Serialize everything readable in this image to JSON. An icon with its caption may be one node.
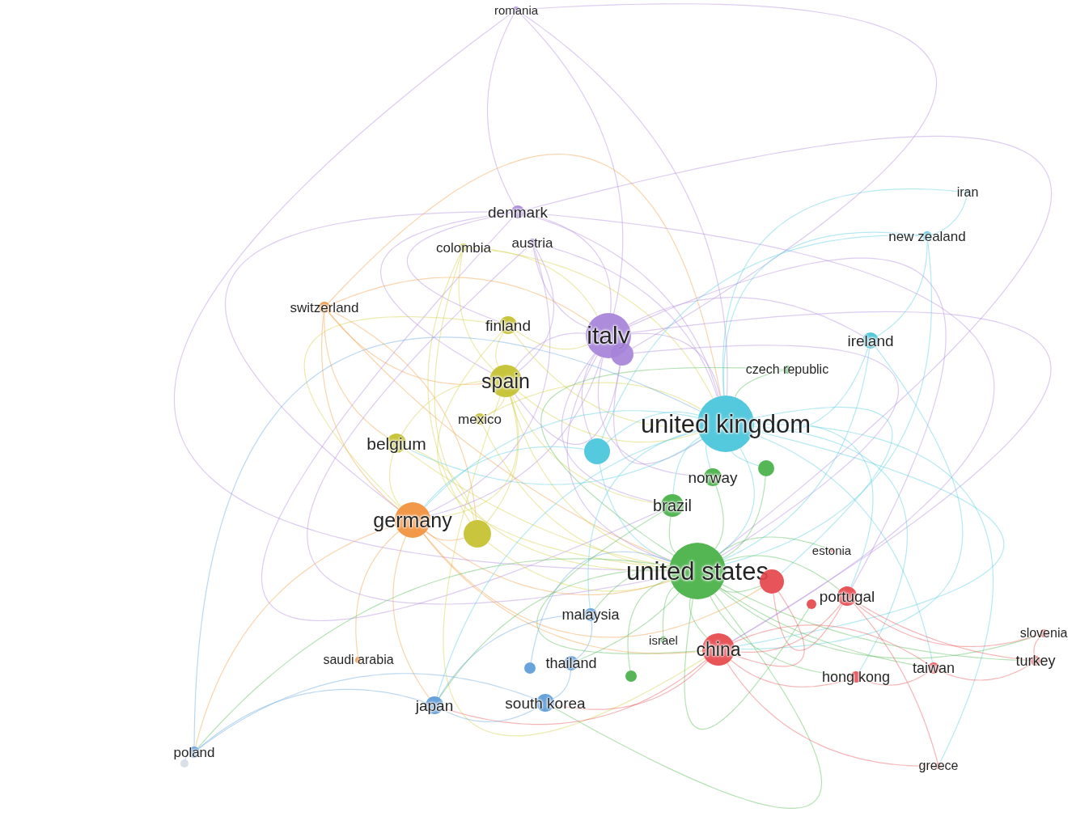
{
  "diagram": {
    "nodes": [
      {
        "text": [
          "romania"
        ]
      },
      {
        "text": [
          "denmark"
        ]
      },
      {
        "text": [
          "colombia"
        ]
      },
      {
        "text": [
          "austria"
        ]
      },
      {
        "text": [
          "switzerland"
        ]
      },
      {
        "text": [
          "finland"
        ]
      },
      {
        "text": [
          "italy"
        ]
      },
      {
        "text": [],
        "shape": "circle"
      },
      {
        "text": [
          "spain"
        ]
      },
      {
        "text": [
          "czech republic"
        ]
      },
      {
        "text": [
          "ireland"
        ]
      },
      {
        "text": [
          "new zealand"
        ]
      },
      {
        "text": [
          "iran"
        ]
      },
      {
        "text": [
          "mexico"
        ]
      },
      {
        "text": [
          "united kingdom"
        ]
      },
      {
        "text": [
          "belgium"
        ]
      },
      {
        "text": [],
        "shape": "circle"
      },
      {
        "text": [],
        "shape": "circle"
      },
      {
        "text": [
          "norway"
        ]
      },
      {
        "text": [
          "brazil"
        ]
      },
      {
        "text": [
          "germany"
        ]
      },
      {
        "text": [],
        "shape": "circle"
      },
      {
        "text": [
          "united states"
        ]
      },
      {
        "text": [],
        "shape": "circle"
      },
      {
        "text": [
          "estonia"
        ]
      },
      {
        "text": [
          "portugal"
        ]
      },
      {
        "text": [],
        "shape": "circle"
      },
      {
        "text": [
          "malaysia"
        ]
      },
      {
        "text": [
          "israel"
        ]
      },
      {
        "text": [
          "china"
        ]
      },
      {
        "text": [
          "saudi arabia"
        ]
      },
      {
        "text": [],
        "shape": "circle"
      },
      {
        "text": [
          "thailand"
        ]
      },
      {
        "text": [],
        "shape": "circle"
      },
      {
        "text": [
          "hong kong"
        ]
      },
      {
        "text": [
          "taiwan"
        ]
      },
      {
        "text": [
          "slovenia"
        ]
      },
      {
        "text": [
          "turkey"
        ]
      },
      {
        "text": [
          "japan"
        ]
      },
      {
        "text": [
          "south korea"
        ]
      },
      {
        "text": [
          "poland"
        ]
      },
      {
        "text": [],
        "shape": "circle"
      },
      {
        "text": [
          "greece"
        ]
      }
    ],
    "edges": [
      {
        "from": 0,
        "to": 1,
        "arrow": "none",
        "color": "#b48ce0"
      },
      {
        "from": 0,
        "to": 6,
        "arrow": "none",
        "color": "#b48ce0"
      },
      {
        "from": 0,
        "to": 7,
        "arrow": "none",
        "color": "#b48ce0"
      },
      {
        "from": 0,
        "to": 14,
        "arrow": "none",
        "color": "#b48ce0"
      },
      {
        "from": 0,
        "to": 22,
        "arrow": "none",
        "color": "#b48ce0"
      },
      {
        "from": 1,
        "to": 6,
        "arrow": "none",
        "color": "#b48ce0"
      },
      {
        "from": 1,
        "to": 14,
        "arrow": "none",
        "color": "#b48ce0"
      },
      {
        "from": 1,
        "to": 22,
        "arrow": "none",
        "color": "#b48ce0"
      },
      {
        "from": 1,
        "to": 8,
        "arrow": "none",
        "color": "#b48ce0"
      },
      {
        "from": 1,
        "to": 5,
        "arrow": "none",
        "color": "#b48ce0"
      },
      {
        "from": 1,
        "to": 20,
        "arrow": "none",
        "color": "#b48ce0"
      },
      {
        "from": 1,
        "to": 19,
        "arrow": "none",
        "color": "#b48ce0"
      },
      {
        "from": 1,
        "to": 29,
        "arrow": "none",
        "color": "#b48ce0"
      },
      {
        "from": 2,
        "to": 8,
        "arrow": "none",
        "color": "#d4d04a"
      },
      {
        "from": 2,
        "to": 22,
        "arrow": "none",
        "color": "#d4d04a"
      },
      {
        "from": 2,
        "to": 14,
        "arrow": "none",
        "color": "#d4d04a"
      },
      {
        "from": 2,
        "to": 6,
        "arrow": "none",
        "color": "#d4d04a"
      },
      {
        "from": 2,
        "to": 21,
        "arrow": "none",
        "color": "#d4d04a"
      },
      {
        "from": 3,
        "to": 6,
        "arrow": "none",
        "color": "#b48ce0"
      },
      {
        "from": 3,
        "to": 14,
        "arrow": "none",
        "color": "#b48ce0"
      },
      {
        "from": 3,
        "to": 22,
        "arrow": "none",
        "color": "#b48ce0"
      },
      {
        "from": 3,
        "to": 20,
        "arrow": "none",
        "color": "#b48ce0"
      },
      {
        "from": 3,
        "to": 8,
        "arrow": "none",
        "color": "#b48ce0"
      },
      {
        "from": 4,
        "to": 20,
        "arrow": "none",
        "color": "#f4a04a"
      },
      {
        "from": 4,
        "to": 14,
        "arrow": "none",
        "color": "#f4a04a"
      },
      {
        "from": 4,
        "to": 22,
        "arrow": "none",
        "color": "#f4a04a"
      },
      {
        "from": 4,
        "to": 6,
        "arrow": "none",
        "color": "#f4a04a"
      },
      {
        "from": 4,
        "to": 8,
        "arrow": "none",
        "color": "#f4a04a"
      },
      {
        "from": 4,
        "to": 15,
        "arrow": "none",
        "color": "#f4a04a"
      },
      {
        "from": 4,
        "to": 21,
        "arrow": "none",
        "color": "#f4a04a"
      },
      {
        "from": 5,
        "to": 14,
        "arrow": "none",
        "color": "#d4d04a"
      },
      {
        "from": 5,
        "to": 22,
        "arrow": "none",
        "color": "#d4d04a"
      },
      {
        "from": 5,
        "to": 6,
        "arrow": "none",
        "color": "#d4d04a"
      },
      {
        "from": 5,
        "to": 8,
        "arrow": "none",
        "color": "#d4d04a"
      },
      {
        "from": 5,
        "to": 20,
        "arrow": "none",
        "color": "#d4d04a"
      },
      {
        "from": 6,
        "to": 14,
        "arrow": "none",
        "color": "#b48ce0"
      },
      {
        "from": 6,
        "to": 22,
        "arrow": "none",
        "color": "#b48ce0"
      },
      {
        "from": 6,
        "to": 8,
        "arrow": "none",
        "color": "#b48ce0"
      },
      {
        "from": 6,
        "to": 20,
        "arrow": "none",
        "color": "#b48ce0"
      },
      {
        "from": 6,
        "to": 19,
        "arrow": "none",
        "color": "#b48ce0"
      },
      {
        "from": 6,
        "to": 29,
        "arrow": "none",
        "color": "#b48ce0"
      },
      {
        "from": 6,
        "to": 16,
        "arrow": "none",
        "color": "#b48ce0"
      },
      {
        "from": 6,
        "to": 10,
        "arrow": "none",
        "color": "#b48ce0"
      },
      {
        "from": 6,
        "to": 18,
        "arrow": "none",
        "color": "#b48ce0"
      },
      {
        "from": 6,
        "to": 25,
        "arrow": "none",
        "color": "#b48ce0"
      },
      {
        "from": 7,
        "to": 14,
        "arrow": "none",
        "color": "#b48ce0"
      },
      {
        "from": 7,
        "to": 22,
        "arrow": "none",
        "color": "#b48ce0"
      },
      {
        "from": 7,
        "to": 8,
        "arrow": "none",
        "color": "#b48ce0"
      },
      {
        "from": 8,
        "to": 14,
        "arrow": "none",
        "color": "#d4d04a"
      },
      {
        "from": 8,
        "to": 22,
        "arrow": "none",
        "color": "#d4d04a"
      },
      {
        "from": 8,
        "to": 20,
        "arrow": "none",
        "color": "#d4d04a"
      },
      {
        "from": 8,
        "to": 15,
        "arrow": "none",
        "color": "#d4d04a"
      },
      {
        "from": 8,
        "to": 21,
        "arrow": "none",
        "color": "#d4d04a"
      },
      {
        "from": 8,
        "to": 29,
        "arrow": "none",
        "color": "#d4d04a"
      },
      {
        "from": 8,
        "to": 19,
        "arrow": "none",
        "color": "#d4d04a"
      },
      {
        "from": 9,
        "to": 14,
        "arrow": "none",
        "color": "#5cbf5c"
      },
      {
        "from": 9,
        "to": 22,
        "arrow": "none",
        "color": "#5cbf5c"
      },
      {
        "from": 10,
        "to": 14,
        "arrow": "none",
        "color": "#5ccfe2"
      },
      {
        "from": 10,
        "to": 22,
        "arrow": "none",
        "color": "#5ccfe2"
      },
      {
        "from": 10,
        "to": 11,
        "arrow": "none",
        "color": "#5ccfe2"
      },
      {
        "from": 10,
        "to": 29,
        "arrow": "none",
        "color": "#5ccfe2"
      },
      {
        "from": 11,
        "to": 14,
        "arrow": "none",
        "color": "#5ccfe2"
      },
      {
        "from": 11,
        "to": 22,
        "arrow": "none",
        "color": "#5ccfe2"
      },
      {
        "from": 11,
        "to": 12,
        "arrow": "none",
        "color": "#5ccfe2"
      },
      {
        "from": 11,
        "to": 16,
        "arrow": "none",
        "color": "#5ccfe2"
      },
      {
        "from": 12,
        "to": 14,
        "arrow": "none",
        "color": "#5ccfe2"
      },
      {
        "from": 13,
        "to": 22,
        "arrow": "none",
        "color": "#d4d04a"
      },
      {
        "from": 13,
        "to": 8,
        "arrow": "none",
        "color": "#d4d04a"
      },
      {
        "from": 13,
        "to": 14,
        "arrow": "none",
        "color": "#d4d04a"
      },
      {
        "from": 14,
        "to": 22,
        "arrow": "none",
        "color": "#5ccfe2"
      },
      {
        "from": 14,
        "to": 20,
        "arrow": "none",
        "color": "#5ccfe2"
      },
      {
        "from": 14,
        "to": 16,
        "arrow": "none",
        "color": "#5ccfe2"
      },
      {
        "from": 14,
        "to": 19,
        "arrow": "none",
        "color": "#5ccfe2"
      },
      {
        "from": 14,
        "to": 18,
        "arrow": "none",
        "color": "#5ccfe2"
      },
      {
        "from": 14,
        "to": 29,
        "arrow": "none",
        "color": "#5ccfe2"
      },
      {
        "from": 14,
        "to": 25,
        "arrow": "none",
        "color": "#5ccfe2"
      },
      {
        "from": 14,
        "to": 15,
        "arrow": "none",
        "color": "#5ccfe2"
      },
      {
        "from": 14,
        "to": 23,
        "arrow": "none",
        "color": "#5ccfe2"
      },
      {
        "from": 14,
        "to": 17,
        "arrow": "none",
        "color": "#5ccfe2"
      },
      {
        "from": 14,
        "to": 38,
        "arrow": "none",
        "color": "#5ccfe2"
      },
      {
        "from": 14,
        "to": 27,
        "arrow": "none",
        "color": "#5ccfe2"
      },
      {
        "from": 14,
        "to": 34,
        "arrow": "none",
        "color": "#5ccfe2"
      },
      {
        "from": 14,
        "to": 35,
        "arrow": "none",
        "color": "#5ccfe2"
      },
      {
        "from": 14,
        "to": 42,
        "arrow": "none",
        "color": "#5ccfe2"
      },
      {
        "from": 15,
        "to": 20,
        "arrow": "none",
        "color": "#d4d04a"
      },
      {
        "from": 15,
        "to": 22,
        "arrow": "none",
        "color": "#d4d04a"
      },
      {
        "from": 15,
        "to": 21,
        "arrow": "none",
        "color": "#d4d04a"
      },
      {
        "from": 16,
        "to": 22,
        "arrow": "none",
        "color": "#5ccfe2"
      },
      {
        "from": 16,
        "to": 20,
        "arrow": "none",
        "color": "#5ccfe2"
      },
      {
        "from": 17,
        "to": 22,
        "arrow": "none",
        "color": "#5cbf5c"
      },
      {
        "from": 18,
        "to": 22,
        "arrow": "none",
        "color": "#5cbf5c"
      },
      {
        "from": 19,
        "to": 22,
        "arrow": "none",
        "color": "#5cbf5c"
      },
      {
        "from": 19,
        "to": 29,
        "arrow": "none",
        "color": "#5cbf5c"
      },
      {
        "from": 20,
        "to": 22,
        "arrow": "none",
        "color": "#f4a04a"
      },
      {
        "from": 20,
        "to": 21,
        "arrow": "none",
        "color": "#f4a04a"
      },
      {
        "from": 20,
        "to": 29,
        "arrow": "none",
        "color": "#f4a04a"
      },
      {
        "from": 20,
        "to": 40,
        "arrow": "none",
        "color": "#f4a04a"
      },
      {
        "from": 20,
        "to": 38,
        "arrow": "none",
        "color": "#f4a04a"
      },
      {
        "from": 20,
        "to": 30,
        "arrow": "none",
        "color": "#f4a04a"
      },
      {
        "from": 20,
        "to": 23,
        "arrow": "none",
        "color": "#f4a04a"
      },
      {
        "from": 21,
        "to": 22,
        "arrow": "none",
        "color": "#d4d04a"
      },
      {
        "from": 22,
        "to": 29,
        "arrow": "none",
        "color": "#5cbf5c"
      },
      {
        "from": 22,
        "to": 23,
        "arrow": "none",
        "color": "#5cbf5c"
      },
      {
        "from": 22,
        "to": 25,
        "arrow": "none",
        "color": "#5cbf5c"
      },
      {
        "from": 22,
        "to": 27,
        "arrow": "none",
        "color": "#5cbf5c"
      },
      {
        "from": 22,
        "to": 32,
        "arrow": "none",
        "color": "#5cbf5c"
      },
      {
        "from": 22,
        "to": 39,
        "arrow": "none",
        "color": "#5cbf5c"
      },
      {
        "from": 22,
        "to": 38,
        "arrow": "none",
        "color": "#5cbf5c"
      },
      {
        "from": 22,
        "to": 34,
        "arrow": "none",
        "color": "#5cbf5c"
      },
      {
        "from": 22,
        "to": 35,
        "arrow": "none",
        "color": "#5cbf5c"
      },
      {
        "from": 22,
        "to": 36,
        "arrow": "none",
        "color": "#5cbf5c"
      },
      {
        "from": 22,
        "to": 37,
        "arrow": "none",
        "color": "#5cbf5c"
      },
      {
        "from": 22,
        "to": 40,
        "arrow": "none",
        "color": "#5cbf5c"
      },
      {
        "from": 22,
        "to": 33,
        "arrow": "none",
        "color": "#5cbf5c"
      },
      {
        "from": 22,
        "to": 28,
        "arrow": "none",
        "color": "#5cbf5c"
      },
      {
        "from": 22,
        "to": 26,
        "arrow": "none",
        "color": "#5cbf5c"
      },
      {
        "from": 22,
        "to": 24,
        "arrow": "none",
        "color": "#5cbf5c"
      },
      {
        "from": 23,
        "to": 29,
        "arrow": "none",
        "color": "#ec5a5e"
      },
      {
        "from": 23,
        "to": 25,
        "arrow": "none",
        "color": "#ec5a5e"
      },
      {
        "from": 25,
        "to": 29,
        "arrow": "none",
        "color": "#ec5a5e"
      },
      {
        "from": 25,
        "to": 36,
        "arrow": "none",
        "color": "#ec5a5e"
      },
      {
        "from": 25,
        "to": 37,
        "arrow": "none",
        "color": "#ec5a5e"
      },
      {
        "from": 29,
        "to": 34,
        "arrow": "none",
        "color": "#ec5a5e"
      },
      {
        "from": 29,
        "to": 35,
        "arrow": "none",
        "color": "#ec5a5e"
      },
      {
        "from": 29,
        "to": 42,
        "arrow": "none",
        "color": "#ec5a5e"
      },
      {
        "from": 29,
        "to": 39,
        "arrow": "none",
        "color": "#ec5a5e"
      },
      {
        "from": 29,
        "to": 38,
        "arrow": "none",
        "color": "#ec5a5e"
      },
      {
        "from": 34,
        "to": 35,
        "arrow": "none",
        "color": "#ec5a5e"
      },
      {
        "from": 35,
        "to": 37,
        "arrow": "none",
        "color": "#ec5a5e"
      },
      {
        "from": 36,
        "to": 37,
        "arrow": "none",
        "color": "#ec5a5e"
      },
      {
        "from": 42,
        "to": 25,
        "arrow": "none",
        "color": "#ec5a5e"
      },
      {
        "from": 38,
        "to": 39,
        "arrow": "none",
        "color": "#6aa8e0"
      },
      {
        "from": 38,
        "to": 40,
        "arrow": "none",
        "color": "#6aa8e0"
      },
      {
        "from": 38,
        "to": 27,
        "arrow": "none",
        "color": "#6aa8e0"
      },
      {
        "from": 39,
        "to": 32,
        "arrow": "none",
        "color": "#6aa8e0"
      },
      {
        "from": 39,
        "to": 40,
        "arrow": "none",
        "color": "#6aa8e0"
      },
      {
        "from": 40,
        "to": 41,
        "arrow": "none",
        "color": "#6aa8e0"
      },
      {
        "from": 40,
        "to": 14,
        "arrow": "none",
        "color": "#6aa8e0"
      },
      {
        "from": 32,
        "to": 27,
        "arrow": "none",
        "color": "#6aa8e0"
      },
      {
        "from": 31,
        "to": 22,
        "arrow": "none",
        "color": "#6aa8e0"
      }
    ]
  }
}
